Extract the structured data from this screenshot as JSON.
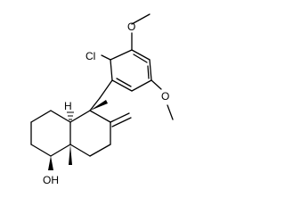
{
  "molecule": {
    "atom_labels": {
      "chloro": "Cl",
      "methoxy_top": "O",
      "methoxy_bottom": "O",
      "hydroxyl": "OH",
      "stereo_h": "H"
    }
  }
}
